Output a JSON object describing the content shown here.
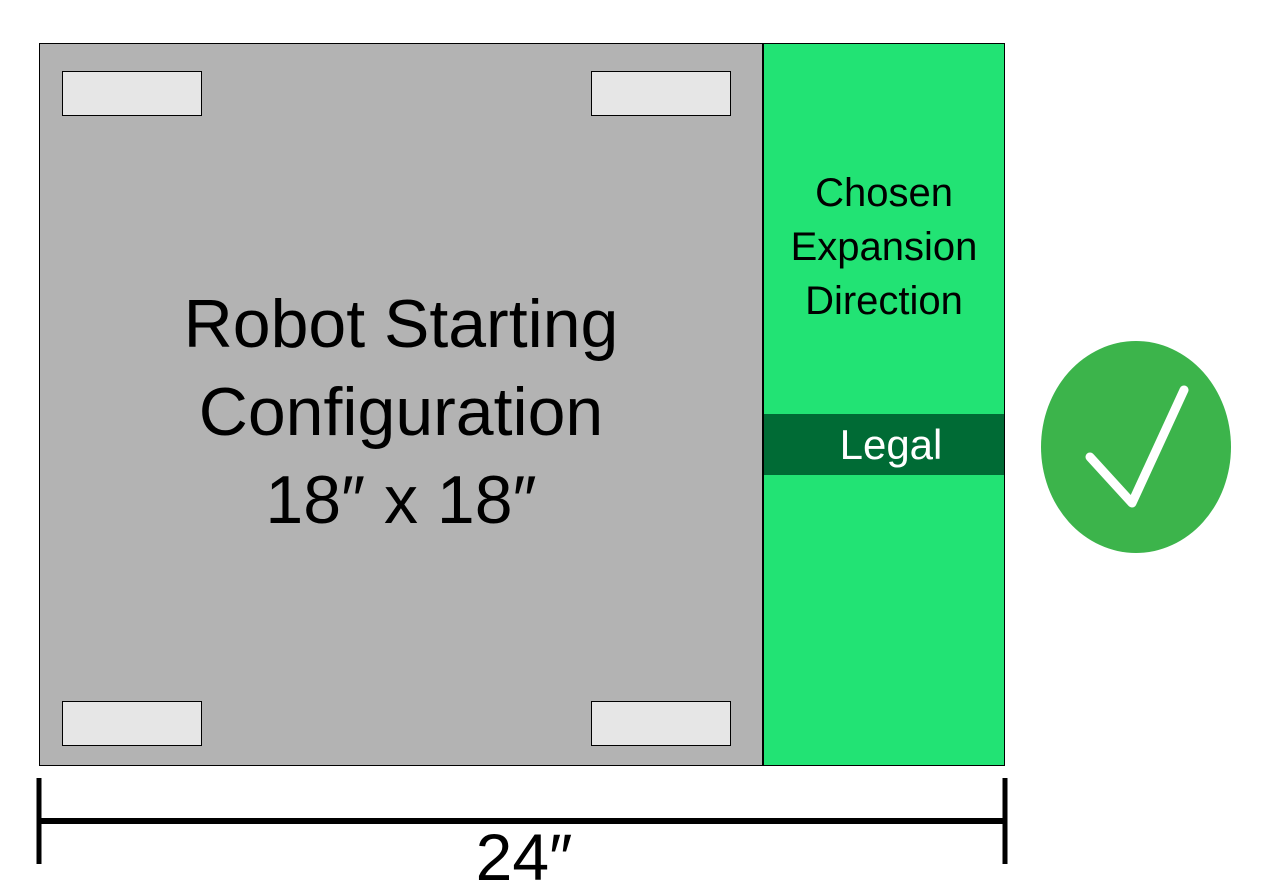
{
  "colors": {
    "robot_fill": "#b3b3b3",
    "wheel_fill": "#e6e6e6",
    "expansion_fill": "#22e374",
    "legal_band_fill": "#006b35",
    "check_fill": "#3cb44b",
    "check_mark": "#ffffff",
    "outline": "#000000"
  },
  "robot": {
    "label_lines": [
      "Robot Starting",
      "Configuration",
      "18″ x 18″"
    ]
  },
  "expansion": {
    "label_lines": [
      "Chosen",
      "Expansion",
      "Direction"
    ],
    "status_label": "Legal"
  },
  "check_icon": "checkmark-icon",
  "dimension": {
    "label": "24″"
  }
}
